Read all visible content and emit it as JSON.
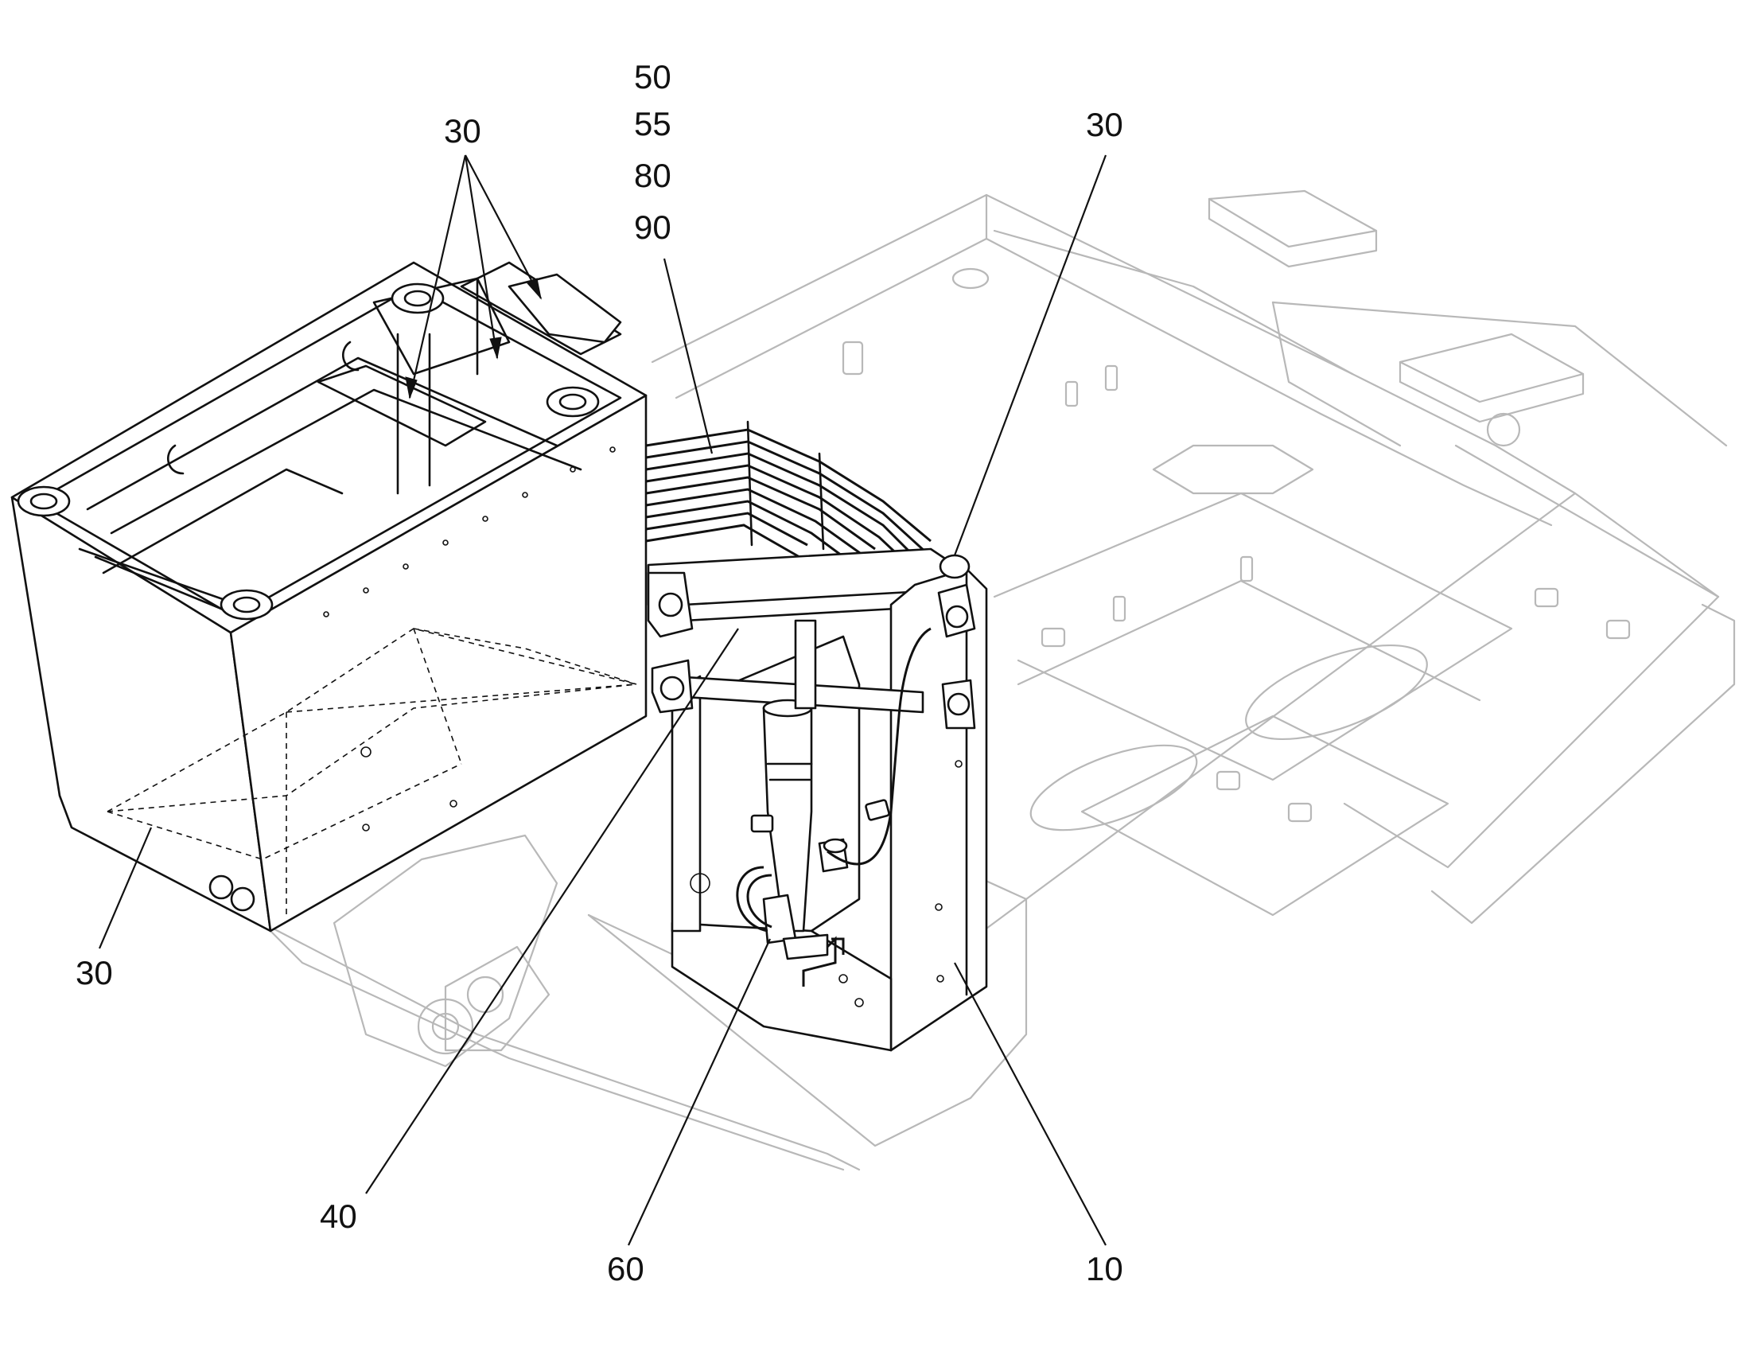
{
  "diagram": {
    "type": "technical-patent-drawing",
    "callouts": [
      {
        "id": "c30-top",
        "text": "30"
      },
      {
        "id": "c50",
        "text": "50"
      },
      {
        "id": "c55",
        "text": "55"
      },
      {
        "id": "c80",
        "text": "80"
      },
      {
        "id": "c90",
        "text": "90"
      },
      {
        "id": "c30-right",
        "text": "30"
      },
      {
        "id": "c30-left",
        "text": "30"
      },
      {
        "id": "c40",
        "text": "40"
      },
      {
        "id": "c60",
        "text": "60"
      },
      {
        "id": "c10",
        "text": "10"
      }
    ]
  }
}
